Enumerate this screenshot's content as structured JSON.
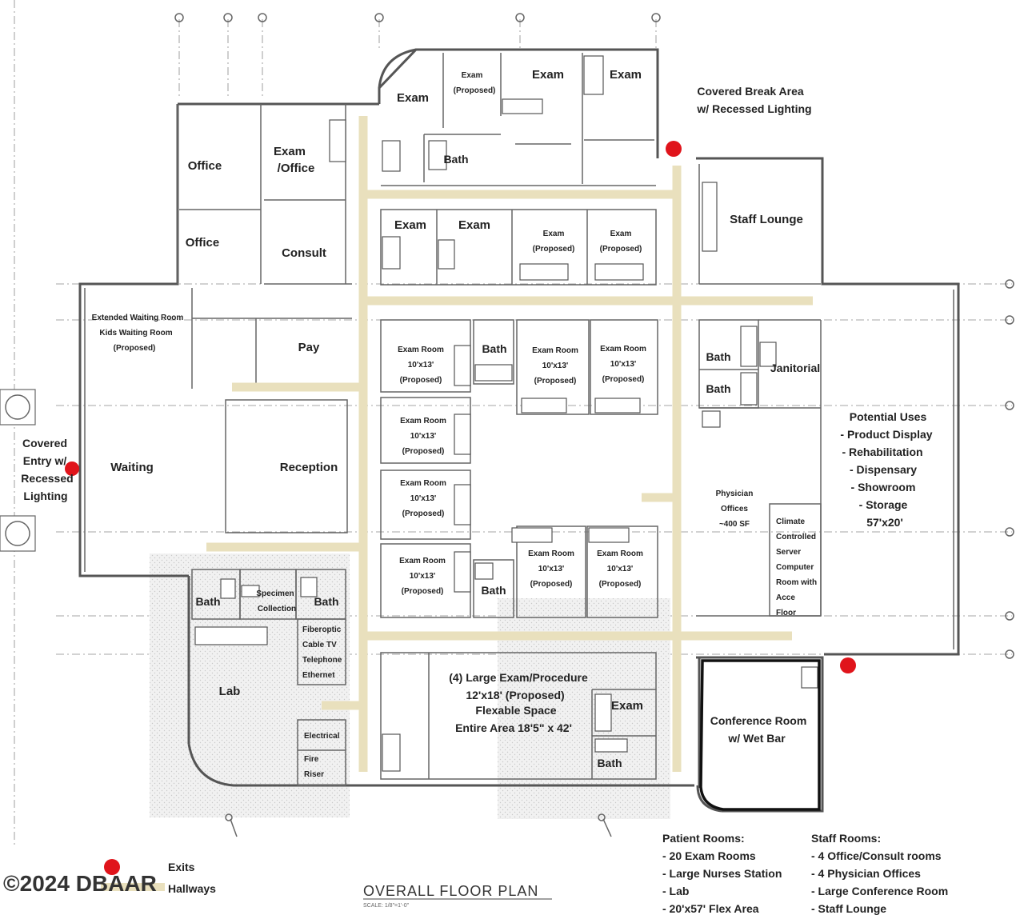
{
  "plan": {
    "title": "OVERALL FLOOR PLAN",
    "scale": "SCALE: 1/8\"=1'-0\"",
    "copyright": "©2024 DBAAR",
    "legend": {
      "exits": "Exits",
      "hallways": "Hallways"
    }
  },
  "rooms": {
    "exam_top_1": "Exam",
    "exam_top_proposed_1": "Exam",
    "exam_top_proposed_2": "(Proposed)",
    "exam_top_2": "Exam",
    "exam_top_3": "Exam",
    "bath_top": "Bath",
    "covered_break_1": "Covered Break Area",
    "covered_break_2": "w/ Recessed Lighting",
    "office_1": "Office",
    "exam_office_1": "Exam",
    "exam_office_2": "/Office",
    "office_2": "Office",
    "consult": "Consult",
    "exam_row2_1": "Exam",
    "exam_row2_2": "Exam",
    "exam_row2_p1a": "Exam",
    "exam_row2_p1b": "(Proposed)",
    "exam_row2_p2a": "Exam",
    "exam_row2_p2b": "(Proposed)",
    "staff_lounge": "Staff Lounge",
    "ext_wait_1": "Extended Waiting Room",
    "ext_wait_2": "Kids Waiting Room",
    "ext_wait_3": "(Proposed)",
    "pay": "Pay",
    "er_a1": "Exam Room",
    "er_a2": "10'x13'",
    "er_a3": "(Proposed)",
    "bath_mid": "Bath",
    "er_b1": "Exam Room",
    "er_b2": "10'x13'",
    "er_b3": "(Proposed)",
    "er_c1": "Exam Room",
    "er_c2": "10'x13'",
    "er_c3": "(Proposed)",
    "bath_r1": "Bath",
    "bath_r2": "Bath",
    "janitorial": "Janitorial",
    "covered_entry_1": "Covered",
    "covered_entry_2": "Entry w/",
    "covered_entry_3": "Recessed",
    "covered_entry_4": "Lighting",
    "waiting": "Waiting",
    "reception": "Reception",
    "er_d1": "Exam Room",
    "er_d2": "10'x13'",
    "er_d3": "(Proposed)",
    "er_e1": "Exam Room",
    "er_e2": "10'x13'",
    "er_e3": "(Proposed)",
    "potential_uses": [
      "Potential Uses",
      "- Product Display",
      "- Rehabilitation",
      "- Dispensary",
      "- Showroom",
      "- Storage",
      "57'x20'"
    ],
    "physician_1": "Physician",
    "physician_2": "Offices",
    "physician_3": "~400 SF",
    "climate": [
      "Climate",
      "Controlled",
      "Server",
      "Computer",
      "Room with",
      "Acce",
      "Floor"
    ],
    "er_f1": "Exam Room",
    "er_f2": "10'x13'",
    "er_f3": "(Proposed)",
    "er_g1": "Exam Room",
    "er_g2": "10'x13'",
    "er_g3": "(Proposed)",
    "er_h1": "Exam Room",
    "er_h2": "10'x13'",
    "er_h3": "(Proposed)",
    "bath_lower": "Bath",
    "bath_left": "Bath",
    "specimen_1": "Specimen",
    "specimen_2": "Collection",
    "bath_left2": "Bath",
    "fiber": [
      "Fiberoptic",
      "Cable TV",
      "Telephone",
      "Ethernet"
    ],
    "lab": "Lab",
    "large_exam": [
      "(4) Large Exam/Procedure",
      "12'x18' (Proposed)",
      "Flexable Space",
      "Entire Area 18'5\" x 42'"
    ],
    "exam_low": "Exam",
    "bath_low": "Bath",
    "conference_1": "Conference Room",
    "conference_2": "w/ Wet Bar",
    "electrical": "Electrical",
    "fire_1": "Fire",
    "fire_2": "Riser"
  },
  "summary": {
    "patient_title": "Patient Rooms:",
    "patient_items": [
      "- 20 Exam Rooms",
      "- Large Nurses Station",
      "- Lab",
      "- 20'x57' Flex Area"
    ],
    "staff_title": "Staff Rooms:",
    "staff_items": [
      "- 4 Office/Consult rooms",
      "- 4 Physician Offices",
      "- Large Conference Room",
      "- Staff Lounge"
    ]
  }
}
